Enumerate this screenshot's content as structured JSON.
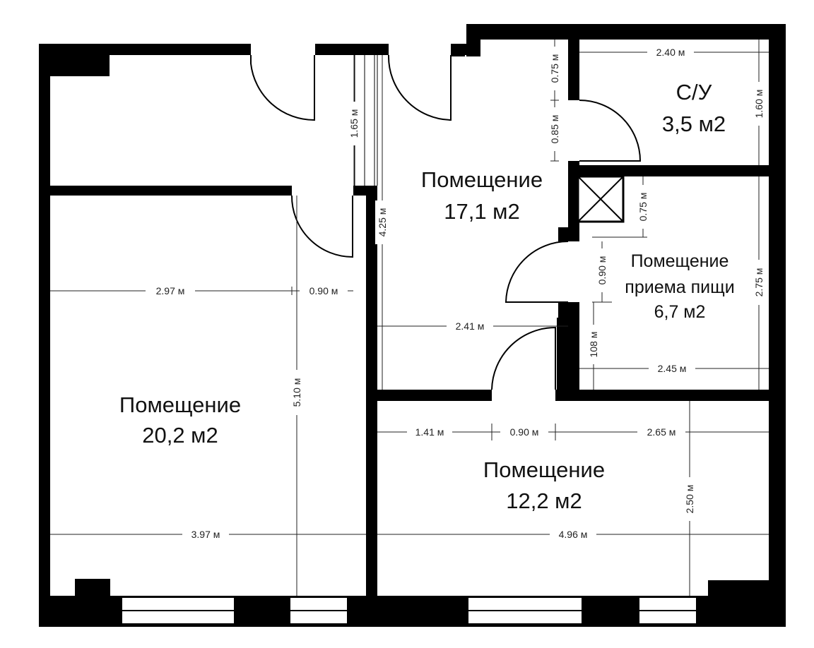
{
  "rooms": [
    {
      "id": "living",
      "name": "Помещение",
      "area": "20,2 м2"
    },
    {
      "id": "hall",
      "name": "Помещение",
      "area": "17,1 м2"
    },
    {
      "id": "bath",
      "name": "С/У",
      "area": "3,5 м2"
    },
    {
      "id": "dining",
      "name": "Помещение",
      "name2": "приема пищи",
      "area": "6,7 м2"
    },
    {
      "id": "bedroom",
      "name": "Помещение",
      "area": "12,2 м2"
    }
  ],
  "dimensions": [
    "2.40 м",
    "0.75 м",
    "0.85 м",
    "1.60 м",
    "1.65 м",
    "4.25 м",
    "0.75 м",
    "0.90 м",
    "2.75 м",
    "2.97 м",
    "0.90 м",
    "2.41 м",
    "108 м",
    "2.45 м",
    "5.10 м",
    "1.41 м",
    "0.90 м",
    "2.65 м",
    "2.50 м",
    "3.97 м",
    "4.96 м"
  ]
}
